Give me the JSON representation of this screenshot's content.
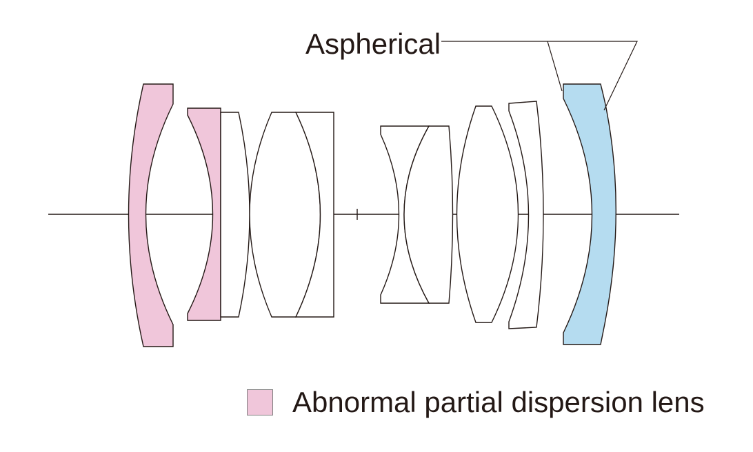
{
  "annotation": {
    "label": "Aspherical"
  },
  "legend": {
    "label": "Abnormal partial dispersion lens",
    "swatch_color": "#f0c6da"
  },
  "colors": {
    "abnormal_dispersion": "#f0c6da",
    "aspherical": "#b5dcf0",
    "standard": "#ffffff",
    "outline": "#231815"
  },
  "lens_elements": [
    {
      "type": "abnormal_dispersion"
    },
    {
      "type": "abnormal_dispersion"
    },
    {
      "type": "standard"
    },
    {
      "type": "standard"
    },
    {
      "type": "standard"
    },
    {
      "type": "standard"
    },
    {
      "type": "standard"
    },
    {
      "type": "standard"
    },
    {
      "type": "standard"
    },
    {
      "type": "aspherical"
    }
  ]
}
